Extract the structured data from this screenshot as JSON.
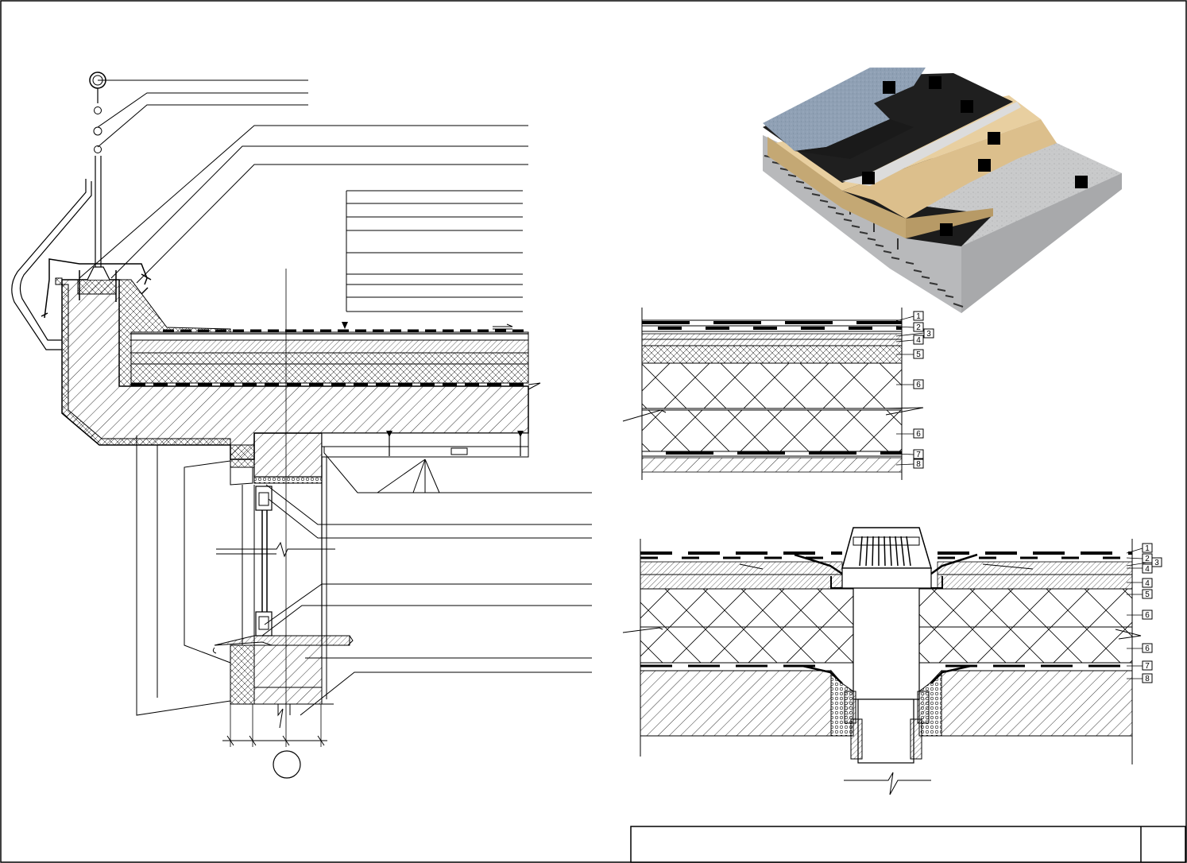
{
  "section_detail": {
    "grid_axis_mark": ""
  },
  "layer_table": {
    "markers": [
      "1",
      "2",
      "3",
      "4",
      "5",
      "6",
      "6",
      "7",
      "8"
    ]
  },
  "drain_detail": {
    "markers": [
      "1",
      "2",
      "3",
      "4",
      "4",
      "5",
      "6",
      "6",
      "7",
      "8"
    ]
  },
  "illustration": {
    "marker_count": 8
  },
  "title_block": {
    "title": "",
    "sheet_number": ""
  }
}
